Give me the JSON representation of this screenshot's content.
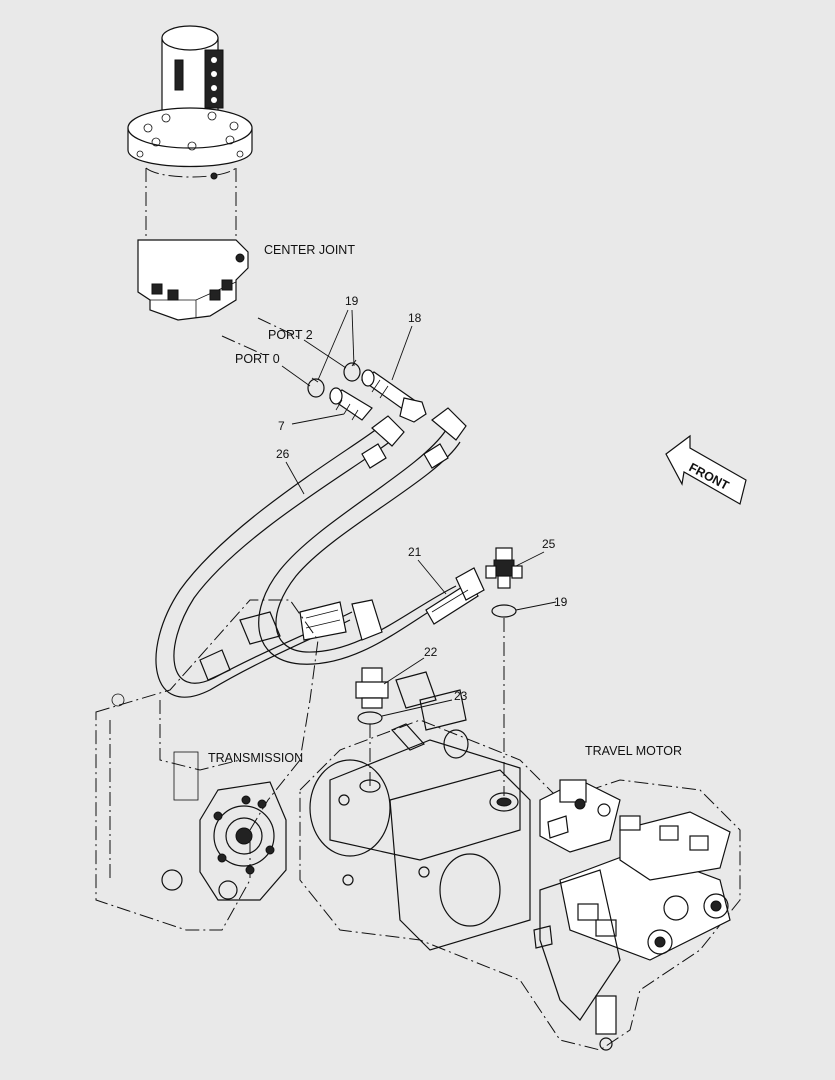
{
  "labels": {
    "center_joint": "CENTER JOINT",
    "port2": "PORT 2",
    "port0": "PORT 0",
    "transmission": "TRANSMISSION",
    "travel_motor": "TRAVEL MOTOR",
    "front": "FRONT"
  },
  "parts": {
    "p19a": "19",
    "p18": "18",
    "p7": "7",
    "p26": "26",
    "p21": "21",
    "p25": "25",
    "p19b": "19",
    "p22": "22",
    "p23": "23"
  }
}
